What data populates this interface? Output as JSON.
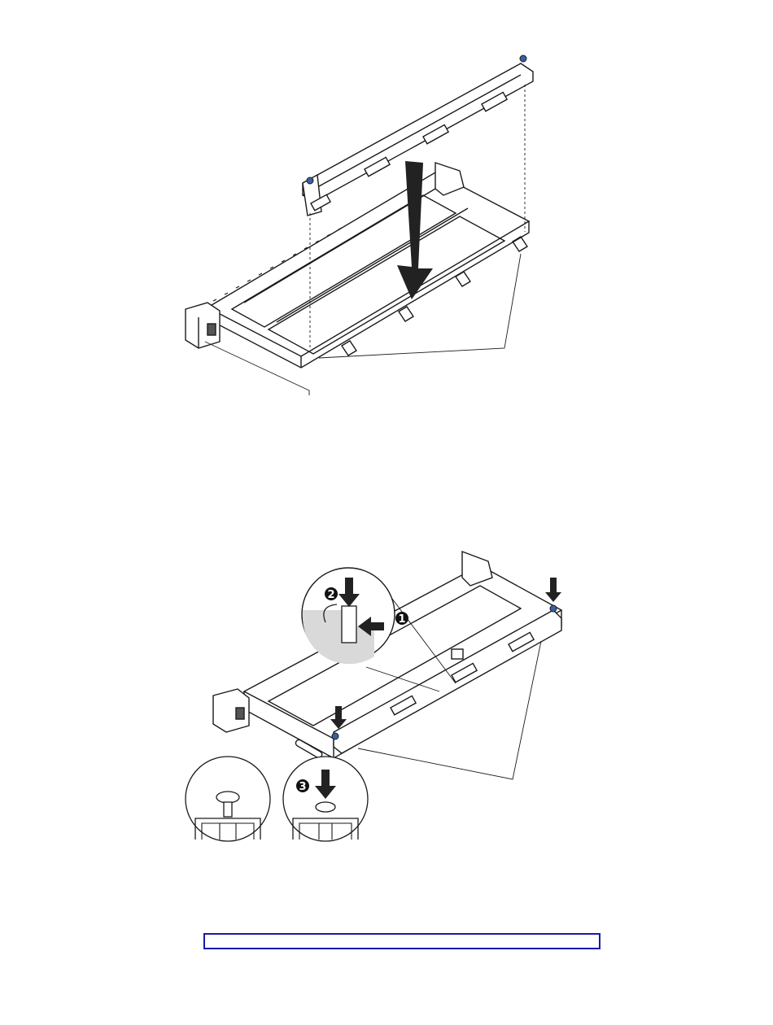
{
  "figures": [
    {
      "id": "install-backplane-step-a"
    },
    {
      "id": "install-backplane-step-b",
      "callouts": [
        "1",
        "2",
        "3"
      ]
    }
  ],
  "colors": {
    "line": "#1a1a1a",
    "arrow": "#222222",
    "knob": "#3a5fa8",
    "frame": "#1a1aa6",
    "lens": "#d9d9d9"
  },
  "footer_box": {
    "text": ""
  }
}
